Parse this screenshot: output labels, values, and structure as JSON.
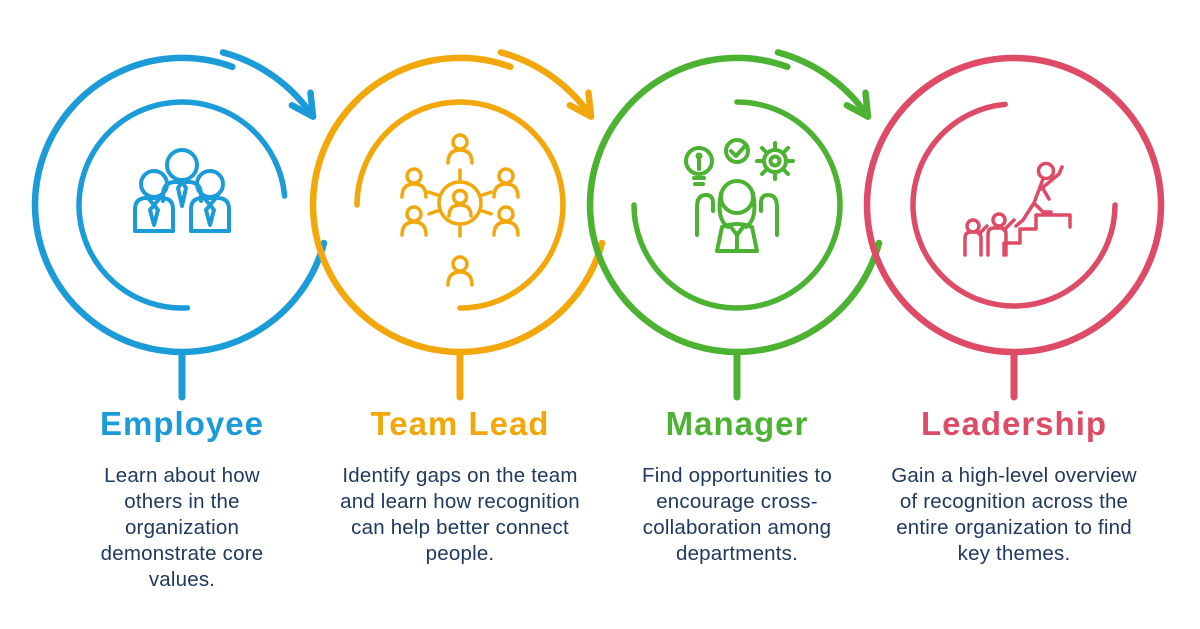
{
  "figure": {
    "kind": "process-cycle-infographic",
    "background": "#FFFFFF"
  },
  "palette": {
    "blue": "#1B9CD8",
    "yellow": "#F2A70A",
    "green": "#4CB232",
    "red": "#DE4B66",
    "body_text": "#20395E"
  },
  "steps": [
    {
      "id": "employee",
      "title": "Employee",
      "description": "Learn about how others in the organization demonstrate core values.",
      "color": "#1B9CD8",
      "icon": "team-group-icon",
      "has_next_arrow": true
    },
    {
      "id": "team-lead",
      "title": "Team Lead",
      "description": "Identify gaps on the team and learn how recognition can help better connect people.",
      "color": "#F2A70A",
      "icon": "people-network-icon",
      "has_next_arrow": true
    },
    {
      "id": "manager",
      "title": "Manager",
      "description": "Find opportunities to encourage cross-collaboration among departments.",
      "color": "#4CB232",
      "icon": "person-idea-check-gear-icon",
      "has_next_arrow": true
    },
    {
      "id": "leadership",
      "title": "Leadership",
      "description": "Gain a high-level overview of recognition across the entire organization to find key themes.",
      "color": "#DE4B66",
      "icon": "leader-climbing-stairs-icon",
      "has_next_arrow": false
    }
  ]
}
